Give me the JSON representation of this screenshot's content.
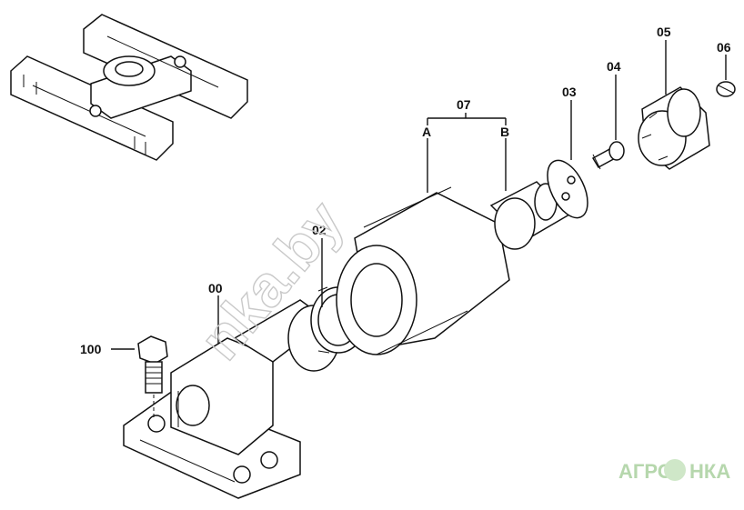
{
  "title": "",
  "callouts": {
    "p00": "00",
    "p02": "02",
    "p03": "03",
    "p04": "04",
    "p05": "05",
    "p06": "06",
    "p07": "07",
    "pA": "A",
    "pB": "B",
    "p100": "100"
  },
  "watermark": {
    "site": "nka.by",
    "brand_left": "АГРО",
    "brand_right": "НКА"
  },
  "icons": [
    "frame-assembly-icon",
    "support-bracket",
    "bolt",
    "seal-ring",
    "roller",
    "collar",
    "cover-plate",
    "plug",
    "bushing-cap",
    "grease-fitting"
  ]
}
